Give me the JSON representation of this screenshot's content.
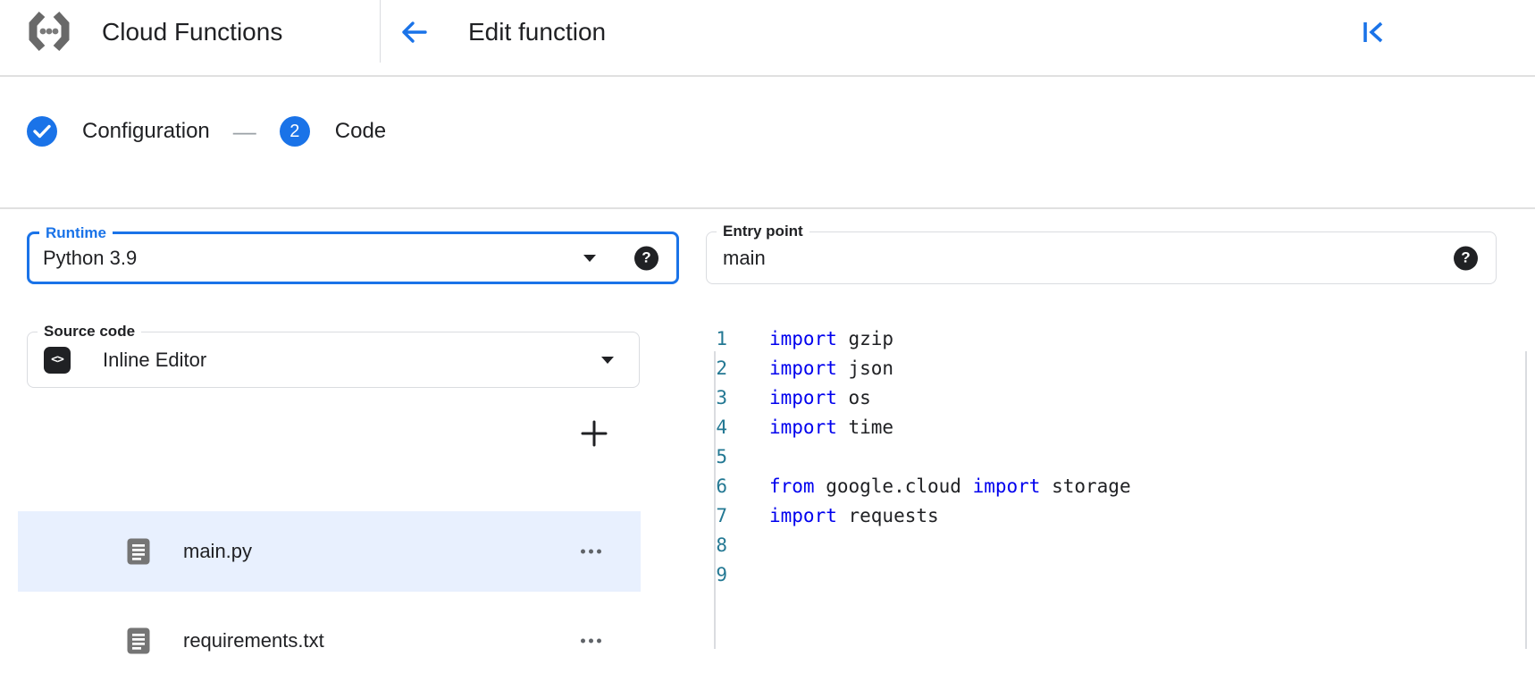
{
  "header": {
    "product": "Cloud Functions",
    "page_title": "Edit function"
  },
  "stepper": {
    "step1": {
      "label": "Configuration",
      "state": "complete"
    },
    "step2": {
      "number": "2",
      "label": "Code"
    },
    "connector": "—"
  },
  "form": {
    "runtime": {
      "label": "Runtime",
      "value": "Python 3.9",
      "focused": true
    },
    "entry_point": {
      "label": "Entry point",
      "value": "main"
    },
    "source_code": {
      "label": "Source code",
      "value": "Inline Editor"
    }
  },
  "file_explorer": {
    "files": [
      {
        "name": "main.py",
        "selected": true
      },
      {
        "name": "requirements.txt",
        "selected": false
      }
    ]
  },
  "editor": {
    "language": "python",
    "lines": [
      {
        "n": "1",
        "tokens": [
          {
            "type": "kw",
            "text": "import"
          },
          {
            "type": "txt",
            "text": " gzip"
          }
        ]
      },
      {
        "n": "2",
        "tokens": [
          {
            "type": "kw",
            "text": "import"
          },
          {
            "type": "txt",
            "text": " json"
          }
        ]
      },
      {
        "n": "3",
        "tokens": [
          {
            "type": "kw",
            "text": "import"
          },
          {
            "type": "txt",
            "text": " os"
          }
        ]
      },
      {
        "n": "4",
        "tokens": [
          {
            "type": "kw",
            "text": "import"
          },
          {
            "type": "txt",
            "text": " time"
          }
        ]
      },
      {
        "n": "5",
        "tokens": []
      },
      {
        "n": "6",
        "tokens": [
          {
            "type": "kw",
            "text": "from"
          },
          {
            "type": "txt",
            "text": " google.cloud "
          },
          {
            "type": "kw",
            "text": "import"
          },
          {
            "type": "txt",
            "text": " storage"
          }
        ]
      },
      {
        "n": "7",
        "tokens": [
          {
            "type": "kw",
            "text": "import"
          },
          {
            "type": "txt",
            "text": " requests"
          }
        ]
      },
      {
        "n": "8",
        "tokens": []
      },
      {
        "n": "9",
        "tokens": []
      }
    ]
  },
  "icons": {
    "logo": "cloud-functions-brackets",
    "back": "arrow-left",
    "collapse": "collapse-to-left",
    "step_complete": "checkmark",
    "help": "question-mark-circle",
    "dropdown": "caret-down",
    "inline_editor_chip": "<>",
    "file": "document",
    "add_file": "+",
    "file_menu": "three-dots"
  },
  "colors": {
    "accent_blue": "#1a73e8",
    "text_primary": "#202124",
    "divider": "#e0e0e0",
    "field_border": "#dadce0",
    "selected_file_bg": "#e8f0fe",
    "syntax_keyword": "#0000ee",
    "line_number_teal": "#237893",
    "icon_gray": "#757575"
  }
}
